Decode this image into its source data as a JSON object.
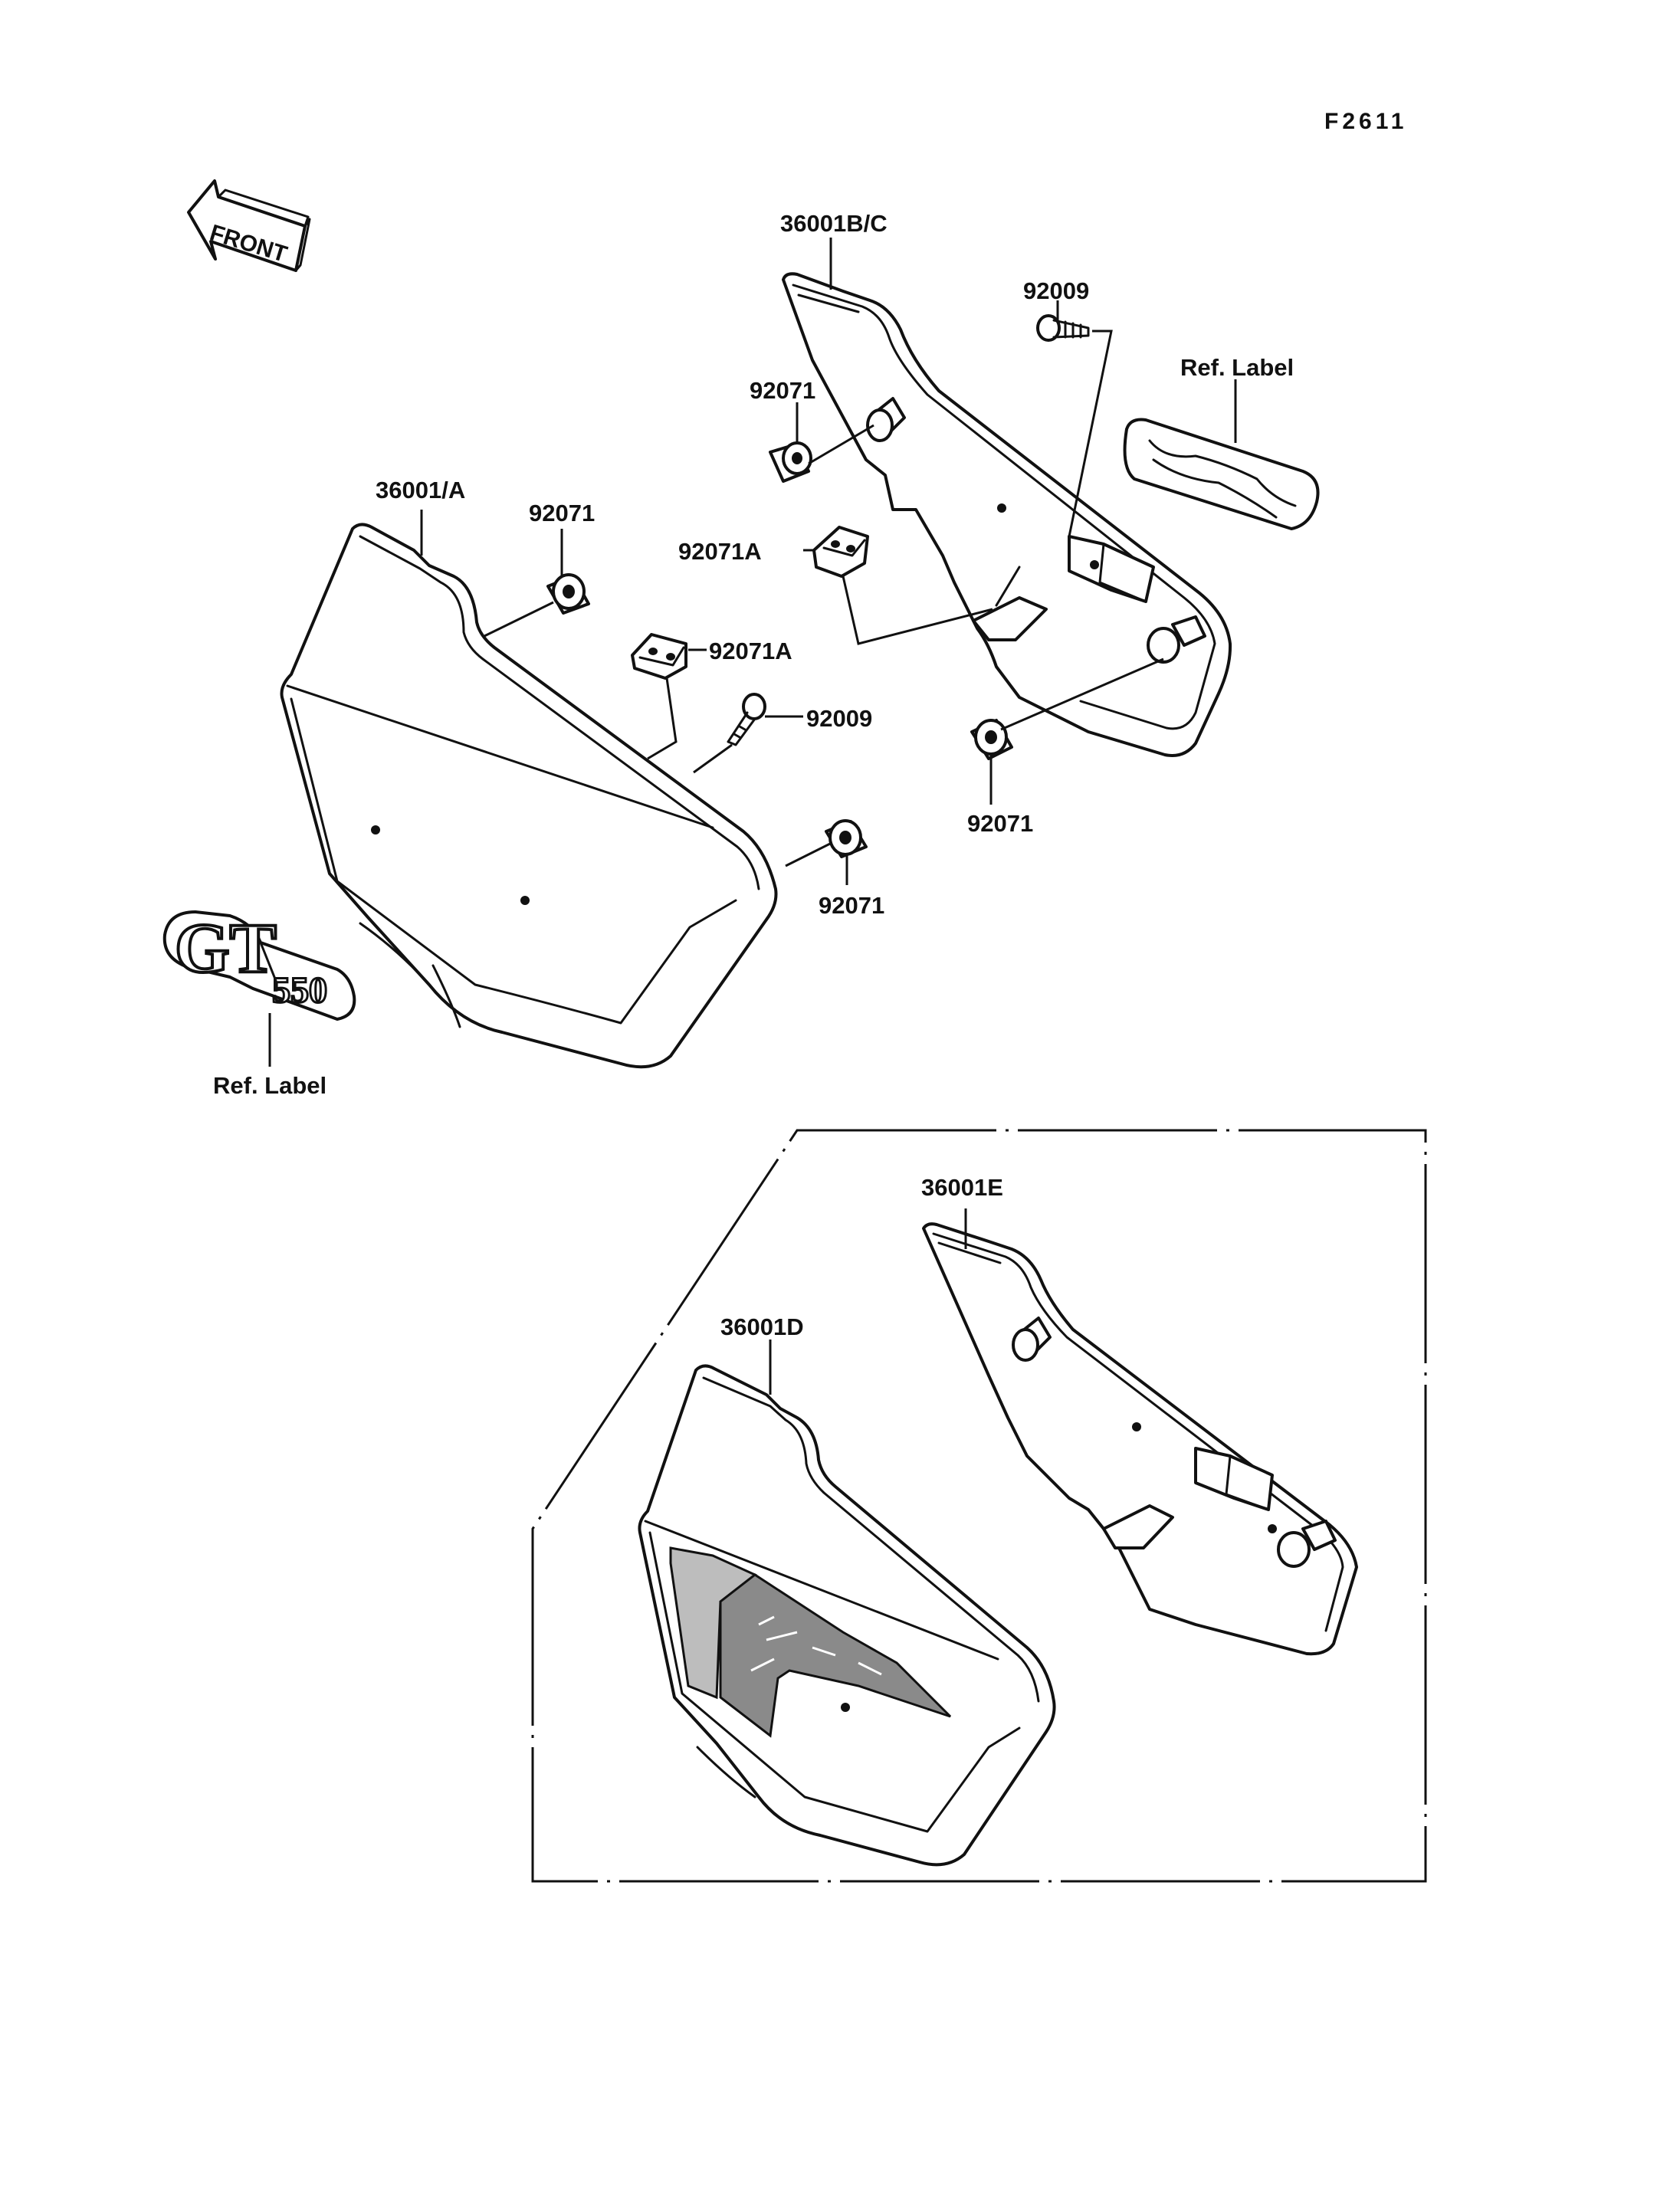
{
  "figure_code": "F2611",
  "direction_label": "FRONT",
  "labels": {
    "p36001BC": "36001B/C",
    "p92009_top": "92009",
    "ref_label_top": "Ref. Label",
    "p92071_top": "92071",
    "p36001A": "36001/A",
    "p92071_left": "92071",
    "p92071A_mid": "92071A",
    "p92071A_left": "92071A",
    "p92009_mid": "92009",
    "p92071_right": "92071",
    "p92071_bottom": "92071",
    "ref_label_bottom": "Ref. Label",
    "p36001E": "36001E",
    "p36001D": "36001D"
  },
  "emblem_text": "GT550"
}
